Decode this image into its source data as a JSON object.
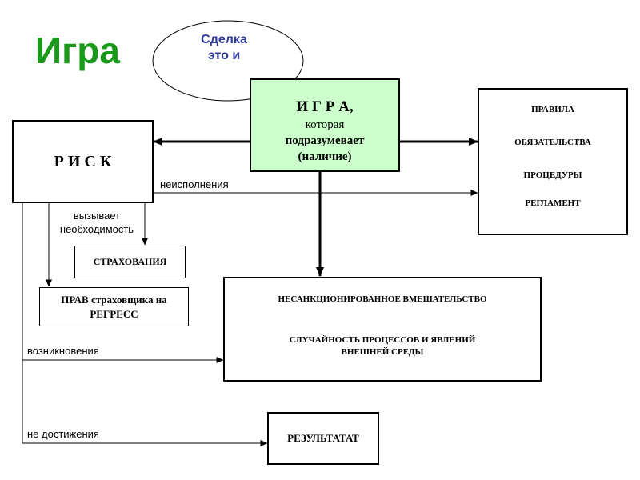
{
  "title": "Игра",
  "oval": {
    "line1": "Сделка",
    "line2": "это и"
  },
  "center": {
    "line1": "И Г Р А,",
    "line2": "которая",
    "line3": "подразумевает",
    "line4": "(наличие)"
  },
  "risk": "Р И С К",
  "rules": {
    "item1": "ПРАВИЛА",
    "item2": "ОБЯЗАТЕЛЬСТВА",
    "item3": "ПРОЦЕДУРЫ",
    "item4": "РЕГЛАМЕНТ"
  },
  "insurance": "СТРАХОВАНИЯ",
  "regress": {
    "line1": "ПРАВ страховщика на",
    "line2": "РЕГРЕСС"
  },
  "interference": {
    "line1": "НЕСАНКЦИОНИРОВАННОЕ  ВМЕШАТЕЛЬСТВО",
    "line2": "СЛУЧАЙНОСТЬ  ПРОЦЕССОВ  И ЯВЛЕНИЙ",
    "line3": "ВНЕШНЕЙ  СРЕДЫ"
  },
  "result": "РЕЗУЛЬТАТАТ",
  "labels": {
    "nonfulfillment": "неисполнения",
    "causes1": "вызывает",
    "causes2": "необходимость",
    "occurrence": "возникновения",
    "nonachievement": "не достижения"
  },
  "colors": {
    "title": "#1a9a1a",
    "center_fill": "#ccffcc",
    "oval_text": "#2f3c9e"
  }
}
